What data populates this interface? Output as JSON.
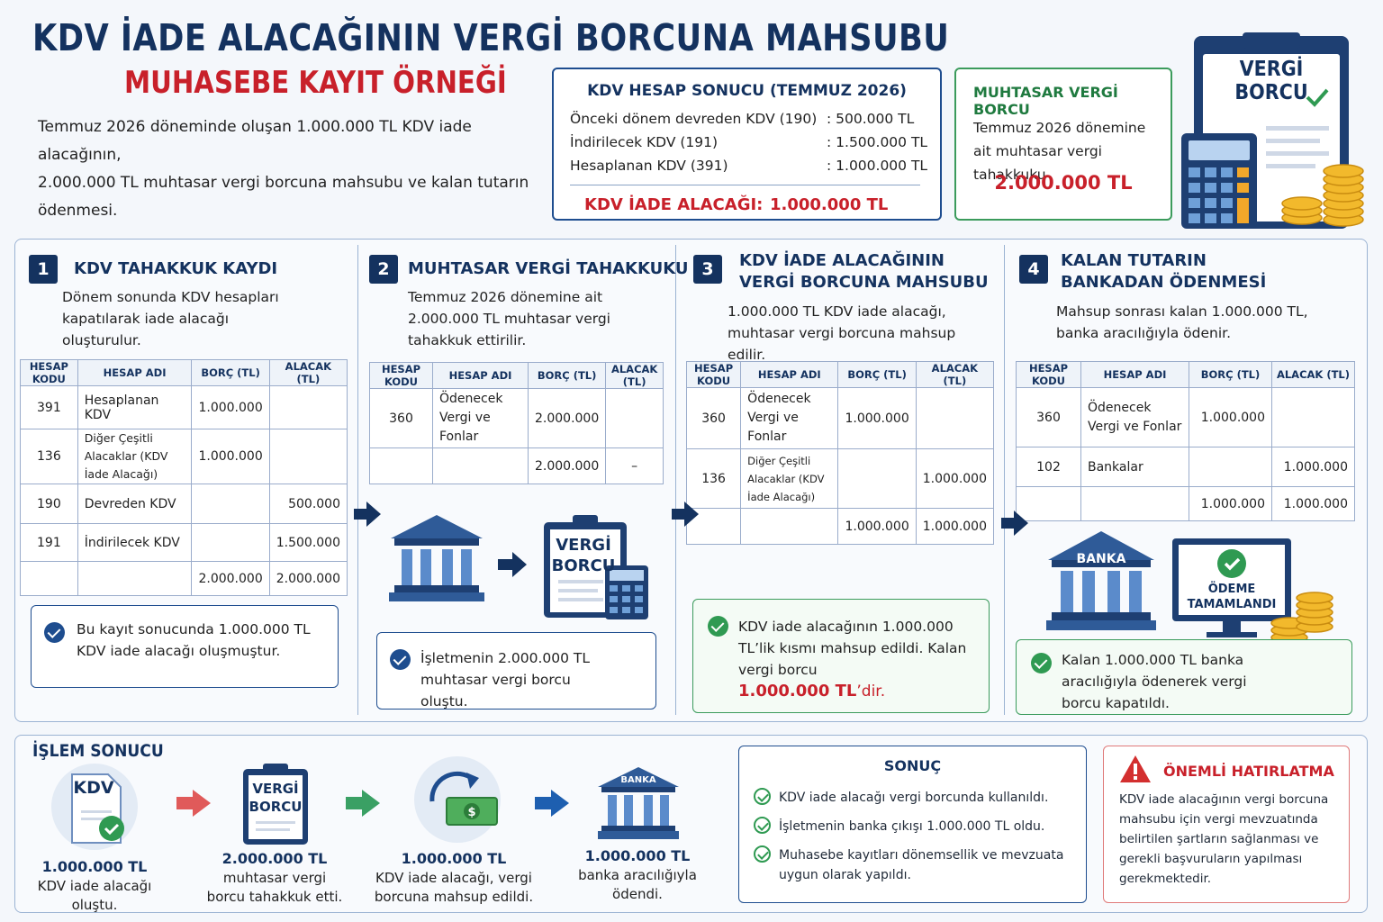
{
  "header": {
    "title": "KDV İADE ALACAĞININ VERGİ BORCUNA MAHSUBU",
    "subtitle": "MUHASEBE KAYIT ÖRNEĞİ",
    "intro_line1": "Temmuz 2026 döneminde oluşan 1.000.000 TL KDV iade alacağının,",
    "intro_line2": "2.000.000 TL muhtasar vergi borcuna mahsubu ve kalan tutarın ödenmesi."
  },
  "kdv_box": {
    "title": "KDV HESAP SONUCU (TEMMUZ 2026)",
    "rows": [
      {
        "label": "Önceki dönem devreden KDV (190)",
        "value": ":   500.000 TL"
      },
      {
        "label": "İndirilecek KDV (191)",
        "value": ": 1.500.000 TL"
      },
      {
        "label": "Hesaplanan KDV (391)",
        "value": ": 1.000.000 TL"
      }
    ],
    "result_label": "KDV İADE ALACAĞI:",
    "result_value": "1.000.000 TL"
  },
  "muhtasar_box": {
    "title": "MUHTASAR VERGİ BORCU",
    "text": "Temmuz 2026 dönemine ait muhtasar vergi tahakkuku",
    "amount": "2.000.000 TL"
  },
  "clipboard": {
    "label1": "VERGİ BORCU",
    "label2": "VERGİ",
    "label3": "BORCU"
  },
  "table_headers": {
    "code": "HESAP KODU",
    "name": "HESAP ADI",
    "debit": "BORÇ (TL)",
    "credit": "ALACAK (TL)"
  },
  "steps": [
    {
      "num": "1",
      "title": "KDV TAHAKKUK KAYDI",
      "desc": "Dönem sonunda KDV hesapları kapatılarak iade alacağı oluşturulur.",
      "rows": [
        {
          "code": "391",
          "name": "Hesaplanan KDV",
          "debit": "1.000.000",
          "credit": ""
        },
        {
          "code": "136",
          "name": "Diğer Çeşitli Alacaklar (KDV İade Alacağı)",
          "debit": "1.000.000",
          "credit": ""
        },
        {
          "code": "190",
          "name": "Devreden KDV",
          "debit": "",
          "credit": "500.000"
        },
        {
          "code": "191",
          "name": "İndirilecek KDV",
          "debit": "",
          "credit": "1.500.000"
        },
        {
          "code": "",
          "name": "",
          "debit": "2.000.000",
          "credit": "2.000.000"
        }
      ],
      "note": "Bu kayıt sonucunda 1.000.000 TL KDV iade alacağı oluşmuştur."
    },
    {
      "num": "2",
      "title": "MUHTASAR VERGİ TAHAKKUKU",
      "desc": "Temmuz 2026 dönemine ait 2.000.000 TL muhtasar vergi tahakkuk ettirilir.",
      "rows": [
        {
          "code": "360",
          "name": "Ödenecek Vergi ve Fonlar",
          "debit": "2.000.000",
          "credit": ""
        },
        {
          "code": "",
          "name": "",
          "debit": "2.000.000",
          "credit": "–"
        }
      ],
      "note": "İşletmenin 2.000.000 TL muhtasar vergi borcu oluştu."
    },
    {
      "num": "3",
      "title_line1": "KDV İADE ALACAĞININ",
      "title_line2": "VERGİ BORCUNA MAHSUBU",
      "desc": "1.000.000 TL KDV iade alacağı, muhtasar vergi borcuna mahsup edilir.",
      "rows": [
        {
          "code": "360",
          "name": "Ödenecek Vergi ve Fonlar",
          "debit": "1.000.000",
          "credit": ""
        },
        {
          "code": "136",
          "name": "Diğer Çeşitli Alacaklar (KDV İade Alacağı)",
          "debit": "",
          "credit": "1.000.000"
        },
        {
          "code": "",
          "name": "",
          "debit": "1.000.000",
          "credit": "1.000.000"
        }
      ],
      "note_text": "KDV iade alacağının 1.000.000 TL’lik kısmı mahsup edildi. Kalan vergi borcu",
      "note_amount": "1.000.000 TL",
      "note_suffix": "’dir."
    },
    {
      "num": "4",
      "title_line1": "KALAN TUTARIN",
      "title_line2": "BANKADAN ÖDENMESİ",
      "desc": "Mahsup sonrası kalan 1.000.000 TL, banka aracılığıyla ödenir.",
      "rows": [
        {
          "code": "360",
          "name": "Ödenecek Vergi ve Fonlar",
          "debit": "1.000.000",
          "credit": ""
        },
        {
          "code": "102",
          "name": "Bankalar",
          "debit": "",
          "credit": "1.000.000"
        },
        {
          "code": "",
          "name": "",
          "debit": "1.000.000",
          "credit": "1.000.000"
        }
      ],
      "bank_label": "BANKA",
      "payment_label1": "ÖDEME",
      "payment_label2": "TAMAMLANDI",
      "note": "Kalan 1.000.000 TL banka aracılığıyla ödenerek vergi borcu kapatıldı."
    }
  ],
  "result_section": {
    "title": "İŞLEM SONUCU",
    "items": [
      {
        "icon_label": "KDV",
        "amount": "1.000.000 TL",
        "text": "KDV iade alacağı oluştu."
      },
      {
        "icon_label1": "VERGİ",
        "icon_label2": "BORCU",
        "amount": "2.000.000 TL",
        "text": "muhtasar vergi borcu tahakkuk etti."
      },
      {
        "amount": "1.000.000 TL",
        "text": "KDV iade alacağı, vergi borcuna mahsup edildi."
      },
      {
        "icon_label": "BANKA",
        "amount": "1.000.000 TL",
        "text": "banka aracılığıyla ödendi."
      }
    ]
  },
  "sonuc": {
    "title": "SONUÇ",
    "items": [
      "KDV iade alacağı vergi borcunda kullanıldı.",
      "İşletmenin banka çıkışı 1.000.000 TL oldu.",
      "Muhasebe kayıtları dönemsellik ve mevzuata uygun olarak yapıldı."
    ]
  },
  "reminder": {
    "title": "ÖNEMLİ HATIRLATMA",
    "text": "KDV iade alacağının vergi borcuna mahsubu için vergi mevzuatında belirtilen şartların sağlanması ve gerekli başvuruların yapılması gerekmektedir."
  },
  "colors": {
    "navy": "#14325f",
    "red": "#c8202a",
    "green": "#2f9a52",
    "border": "#9bb3d3"
  }
}
